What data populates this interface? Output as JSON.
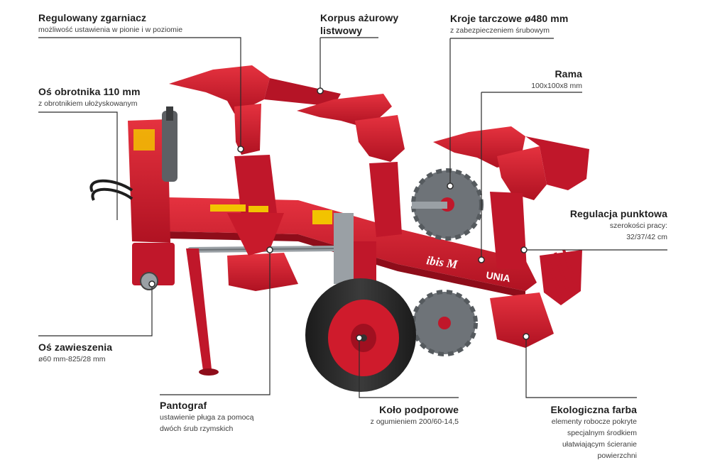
{
  "labels": [
    {
      "id": "zgarniacz",
      "title": "Regulowany zgarniacz",
      "subtitle": [
        "możliwość ustawienia w pionie i w poziomie"
      ]
    },
    {
      "id": "korpus",
      "title": "Korpus ażurowy listwowy",
      "title_lines": [
        "Korpus ażurowy",
        "listwowy"
      ],
      "subtitle": []
    },
    {
      "id": "kroje",
      "title": "Kroje tarczowe ø480 mm",
      "subtitle": [
        "z zabezpieczeniem śrubowym"
      ]
    },
    {
      "id": "os-obrotnika",
      "title": "Oś obrotnika 110 mm",
      "subtitle": [
        "z obrotnikiem ułożyskowanym"
      ]
    },
    {
      "id": "rama",
      "title": "Rama",
      "subtitle": [
        "100x100x8 mm"
      ]
    },
    {
      "id": "regulacja",
      "title": "Regulacja punktowa",
      "subtitle": [
        "szerokości pracy:",
        "32/37/42 cm"
      ]
    },
    {
      "id": "os-zawieszenia",
      "title": "Oś zawieszenia",
      "subtitle": [
        "ø60 mm-825/28 mm"
      ]
    },
    {
      "id": "pantograf",
      "title": "Pantograf",
      "subtitle": [
        "ustawienie pługa za pomocą",
        "dwóch śrub rzymskich"
      ]
    },
    {
      "id": "kolo",
      "title": "Koło podporowe",
      "subtitle": [
        "z ogumieniem 200/60-14,5"
      ]
    },
    {
      "id": "farba",
      "title": "Ekologiczna farba",
      "subtitle": [
        "elementy robocze pokryte",
        "specjalnym środkiem",
        "ułatwiającym ścieranie",
        "powierzchni"
      ]
    }
  ],
  "plow": {
    "frame_text": "ibis M",
    "brand_text": "UNIA",
    "colors": {
      "body": "#d0182a",
      "body_dark": "#9c0f1c",
      "tire": "#2a2a2a",
      "disc": "#6e7378",
      "steel": "#9aa0a5",
      "leader": "#2b2b2b"
    }
  }
}
